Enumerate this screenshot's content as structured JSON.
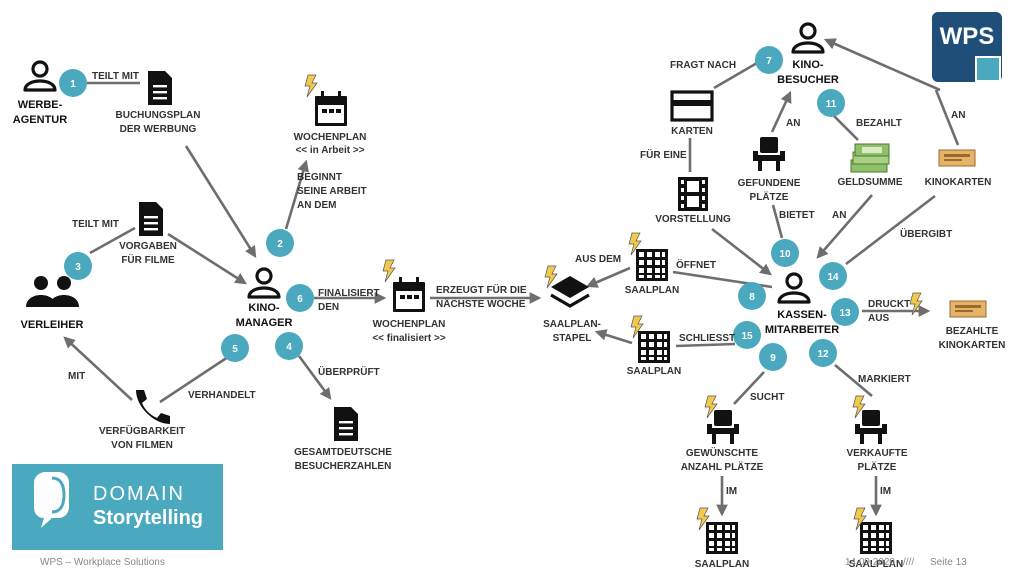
{
  "colors": {
    "teal": "#4aa8bf",
    "navy": "#1f4e79",
    "edge": "#6e6e6e",
    "bolt": "#f2c94c"
  },
  "logo_wps": "WPS",
  "banner": {
    "line1": "DOMAIN",
    "line2": "Storytelling"
  },
  "footer": {
    "company": "WPS – Workplace Solutions",
    "date": "14.09.2020",
    "sep": "////",
    "page": "Seite 13"
  },
  "nodes": {
    "werbeagentur": [
      "WERBE-",
      "AGENTUR"
    ],
    "buchungsplan": [
      "BUCHUNGSPLAN",
      "DER WERBUNG"
    ],
    "wochenplan_arbeit": [
      "WOCHENPLAN",
      "<< in Arbeit >>"
    ],
    "kinomanager": [
      "KINO-",
      "MANAGER"
    ],
    "verleiher": [
      "VERLEIHER"
    ],
    "vorgaben": [
      "VORGABEN",
      "FÜR FILME"
    ],
    "verfuegbarkeit": [
      "VERFÜGBARKEIT",
      "VON FILMEN"
    ],
    "wochenplan_final": [
      "WOCHENPLAN",
      "<< finalisiert >>"
    ],
    "gesamtdeutsche": [
      "GESAMTDEUTSCHE",
      "BESUCHERZAHLEN"
    ],
    "saalplanstapel": [
      "SAALPLAN-",
      "STAPEL"
    ],
    "saalplan_offnet": [
      "SAALPLAN"
    ],
    "saalplan_schliesst": [
      "SAALPLAN"
    ],
    "kinobesucher": [
      "KINO-",
      "BESUCHER"
    ],
    "karten": [
      "KARTEN"
    ],
    "vorstellung": [
      "VORSTELLUNG"
    ],
    "gefundene": [
      "GEFUNDENE",
      "PLÄTZE"
    ],
    "geldsumme": [
      "GELDSUMME"
    ],
    "kinokarten": [
      "KINOKARTEN"
    ],
    "kassenmitarbeiter": [
      "KASSEN-",
      "MITARBEITER"
    ],
    "bezahlte": [
      "BEZAHLTE",
      "KINOKARTEN"
    ],
    "gewuenschte": [
      "GEWÜNSCHTE",
      "ANZAHL PLÄTZE"
    ],
    "verkaufte": [
      "VERKAUFTE",
      "PLÄTZE"
    ],
    "saalplan_b1": [
      "SAALPLAN"
    ],
    "saalplan_b2": [
      "SAALPLAN"
    ]
  },
  "edge_labels": {
    "teilt_mit_1": "TEILT MIT",
    "beginnt": [
      "BEGINNT",
      "SEINE ARBEIT",
      "AN DEM"
    ],
    "teilt_mit_3": "TEILT MIT",
    "verhandelt": "VERHANDELT",
    "mit": "MIT",
    "ueberprueft": "ÜBERPRÜFT",
    "finalisiert": [
      "FINALISIERT",
      "DEN"
    ],
    "erzeugt": [
      "ERZEUGT FÜR DIE",
      "NÄCHSTE WOCHE"
    ],
    "aus_dem": "AUS DEM",
    "offnet": "ÖFFNET",
    "schliesst": "SCHLIESST",
    "fragt_nach": "FRAGT NACH",
    "fuer_eine": "FÜR EINE",
    "an_7": "AN",
    "bietet": "BIETET",
    "bezahlt": "BEZAHLT",
    "an_geld": "AN",
    "an_besucher": "AN",
    "uebergibt": "ÜBERGIBT",
    "druckt_aus": [
      "DRUCKT",
      "AUS"
    ],
    "sucht": "SUCHT",
    "markiert": "MARKIERT",
    "im_1": "IM",
    "im_2": "IM"
  },
  "steps": [
    "1",
    "2",
    "3",
    "4",
    "5",
    "6",
    "7",
    "8",
    "9",
    "10",
    "11",
    "12",
    "13",
    "14",
    "15"
  ],
  "icons": {
    "actor": "person-icon",
    "group": "group-icon",
    "document": "document-icon",
    "calendar": "calendar-icon",
    "grid": "seatplan-icon",
    "chair": "chair-icon",
    "card": "credit-card-icon",
    "film": "film-strip-icon",
    "money": "money-stack-icon",
    "ticket": "ticket-icon",
    "phone": "phone-icon",
    "layers": "layers-icon",
    "bolt": "lightning-icon"
  }
}
